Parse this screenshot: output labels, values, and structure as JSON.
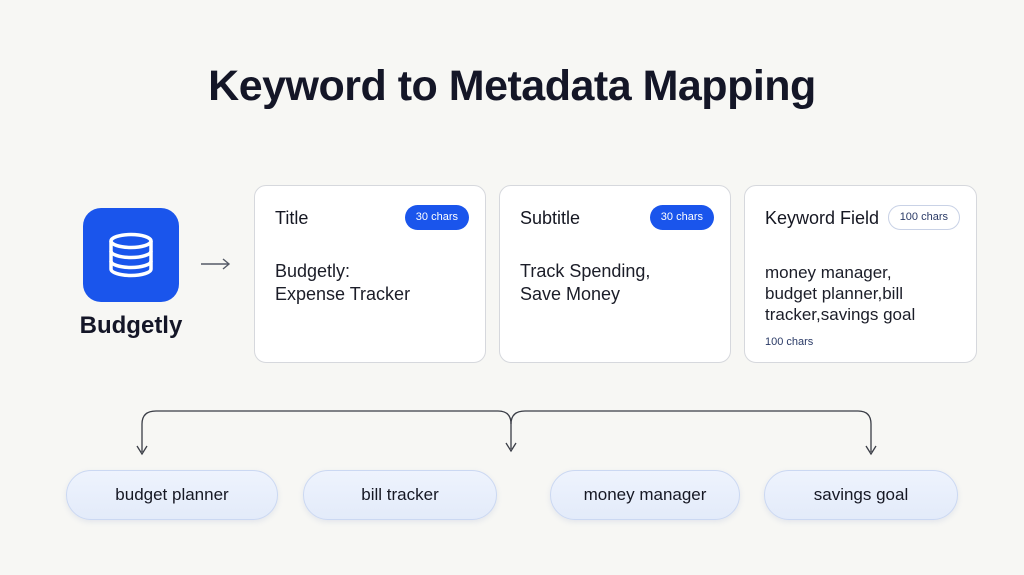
{
  "title": "Keyword to Metadata Mapping",
  "app": {
    "name": "Budgetly",
    "icon": "database-icon",
    "icon_color": "#1a55ec"
  },
  "arrow": "→",
  "cards": [
    {
      "title": "Title",
      "badge": "30 chars",
      "lines": [
        "Budgetly:",
        "Expense Tracker"
      ],
      "note": ""
    },
    {
      "title": "Subtitle",
      "badge": "30 chars",
      "lines": [
        "Track Spending,",
        "Save Money"
      ],
      "note": ""
    },
    {
      "title": "Keyword Field",
      "badge": "100 chars",
      "lines": [
        "money manager,",
        "budget planner,bill",
        "tracker,savings goal"
      ],
      "note": "100 chars"
    }
  ],
  "keywords": [
    "budget planner",
    "bill tracker",
    "money manager",
    "savings goal"
  ],
  "colors": {
    "accent": "#1a55ec",
    "pill_fill": "#e8eefb"
  }
}
